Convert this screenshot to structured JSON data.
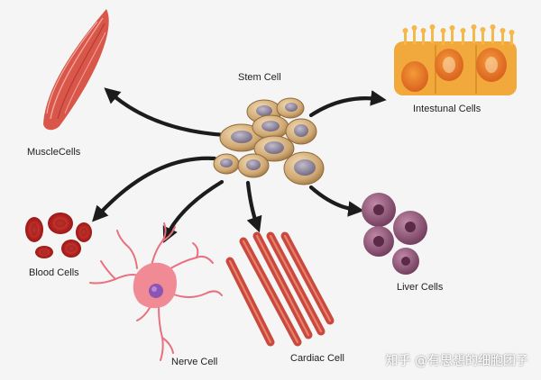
{
  "diagram": {
    "center": {
      "label": "Stem Cell"
    },
    "targets": [
      {
        "id": "muscle",
        "label": "MuscleCells"
      },
      {
        "id": "intestinal",
        "label": "Intestunal Cells"
      },
      {
        "id": "blood",
        "label": "Blood Cells"
      },
      {
        "id": "nerve",
        "label": "Nerve Cell"
      },
      {
        "id": "cardiac",
        "label": "Cardiac Cell"
      },
      {
        "id": "liver",
        "label": "Liver Cells"
      }
    ]
  },
  "watermark": "知乎 @有思想的细胞团子",
  "colors": {
    "background": "#f6f5f5",
    "arrow": "#1c1c1c",
    "stem_cell_outer": "#caa877",
    "stem_cell_nucleus": "#8a7f98",
    "muscle": "#d9564a",
    "intestinal": "#f0a93a",
    "blood": "#c42c2a",
    "nerve": "#f08a95",
    "cardiac": "#c94a3c",
    "liver": "#8c5878"
  }
}
